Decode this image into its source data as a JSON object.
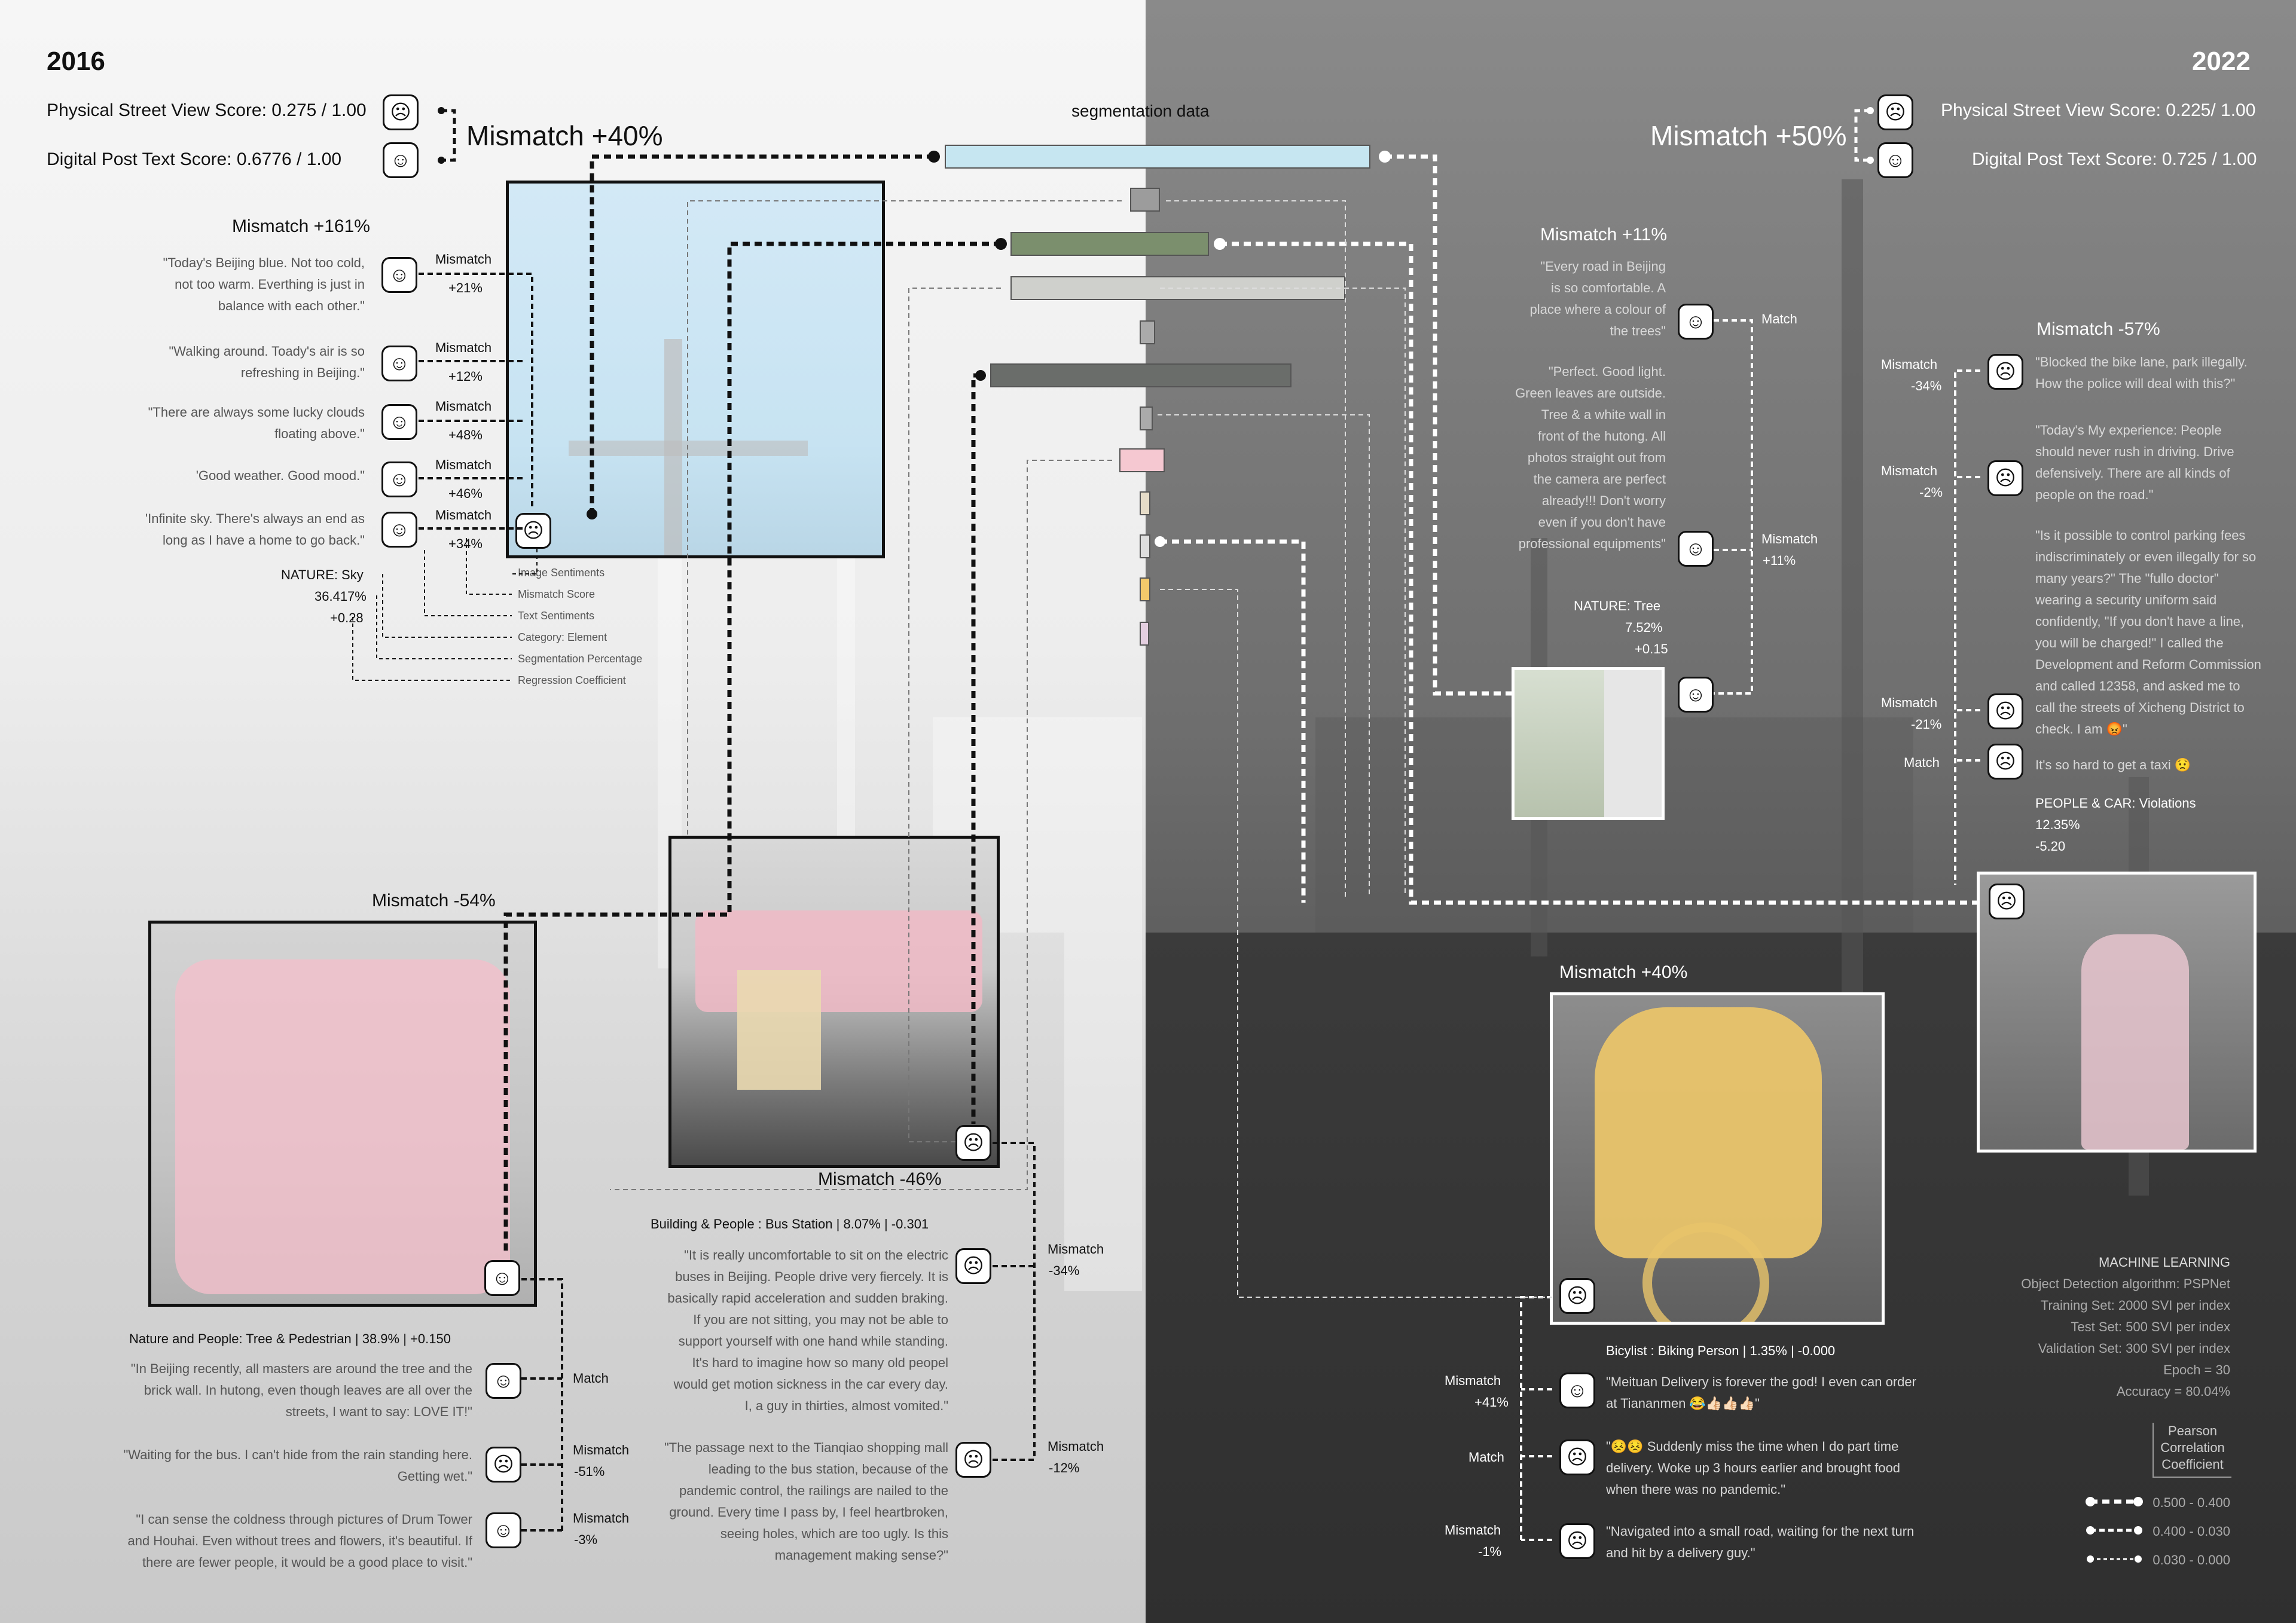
{
  "header": {
    "year_left": "2016",
    "year_right": "2022",
    "segmentation_label": "segmentation data"
  },
  "left_scores": {
    "physical": "Physical Street View Score: 0.275 / 1.00",
    "digital": "Digital Post Text Score: 0.6776 / 1.00",
    "mismatch": "Mismatch +40%"
  },
  "right_scores": {
    "physical": "Physical Street View Score: 0.225/ 1.00",
    "digital": "Digital Post Text Score: 0.725 / 1.00",
    "mismatch": "Mismatch +50%"
  },
  "sky_group": {
    "title": "Mismatch +161%",
    "quotes": [
      {
        "text": "\"Today's Beijing blue. Not too cold, not too warm. Everthing is just in balance with each other.\"",
        "m1": "Mismatch",
        "m2": "+21%"
      },
      {
        "text": "\"Walking around. Toady's air is so refreshing in Beijing.\"",
        "m1": "Mismatch",
        "m2": "+12%"
      },
      {
        "text": "\"There are always some lucky clouds floating above.\"",
        "m1": "Mismatch",
        "m2": "+48%"
      },
      {
        "text": "'Good weather. Good mood.\"",
        "m1": "Mismatch",
        "m2": "+46%"
      },
      {
        "text": "'Infinite sky. There's always an end as long as I have a home to go back.\"",
        "m1": "Mismatch",
        "m2": "+34%"
      }
    ],
    "category": "NATURE: Sky",
    "percent": "36.417%",
    "coef": "+0.28"
  },
  "legend": {
    "image_sentiments": "Image Sentiments",
    "mismatch_score": "Mismatch Score",
    "text_sentiments": "Text Sentiments",
    "category": "Category: Element",
    "seg_pct": "Segmentation Percentage",
    "regression": "Regression Coefficient"
  },
  "people_group": {
    "mismatch": "Mismatch -54%",
    "title": "Nature and People: Tree & Pedestrian | 38.9% | +0.150",
    "quotes": [
      {
        "text": "\"In Beijing recently, all masters are around the tree and the brick wall. In hutong, even though leaves are all over the streets, I want to say: LOVE IT!\"",
        "m1": "Match",
        "m2": ""
      },
      {
        "text": "\"Waiting for the bus. I can't hide from the rain standing here. Getting wet.\"",
        "m1": "Mismatch",
        "m2": "-51%"
      },
      {
        "text": "\"I can sense the coldness through pictures of Drum Tower and Houhai. Even without trees and flowers, it's beautiful. If there are fewer people, it would be a good place to visit.\"",
        "m1": "Mismatch",
        "m2": "-3%"
      }
    ]
  },
  "bus_group": {
    "mismatch": "Mismatch -46%",
    "title": "Building & People : Bus Station | 8.07% | -0.301",
    "quotes": [
      {
        "text": "\"It is really uncomfortable to sit on the electric buses in Beijing. People drive very fiercely. It is basically rapid acceleration and sudden braking. If you are not sitting, you may not be able to support yourself with one hand while standing. It's hard to imagine how so many old peopel would get motion sickness in the car every day. I, a guy in thirties, almost vomited.\"",
        "m1": "Mismatch",
        "m2": "-34%"
      },
      {
        "text": "\"The passage next to the Tianqiao shopping mall leading to the bus station, because of the pandemic control, the railings are nailed to the ground. Every time I pass by, I feel heartbroken, seeing holes, which are too ugly. Is this management making sense?\"",
        "m1": "Mismatch",
        "m2": "-12%"
      }
    ]
  },
  "tree_group": {
    "title": "Mismatch +11%",
    "quotes": [
      {
        "text": "\"Every road in Beijing is so comfortable. A place where a colour of the trees\"",
        "m1": "Match",
        "m2": ""
      },
      {
        "text": "\"Perfect. Good light. Green leaves are outside. Tree & a white wall in front of the hutong. All photos straight out from the camera are perfect already!!! Don't worry even if you don't have professional equipments\"",
        "m1": "Mismatch",
        "m2": "+11%"
      }
    ],
    "category": "NATURE: Tree",
    "percent": "7.52%",
    "coef": "+0.15"
  },
  "violation_group": {
    "title": "Mismatch -57%",
    "quotes": [
      {
        "text": "\"Blocked the bike lane, park illegally. How the police will deal with this?\"",
        "m1": "Mismatch",
        "m2": "-34%"
      },
      {
        "text": "\"Today's My experience: People should never rush in driving. Drive defensively. There are all kinds of people on the road.\"",
        "m1": "Mismatch",
        "m2": "-2%"
      },
      {
        "text": "\"Is it possible to control parking fees indiscriminately or even illegally for so many years?\" The \"fullo doctor\" wearing a security uniform said confidently, \"If you don't have a line, you will be charged!\" I called the Development and Reform Commission and called 12358, and asked me to call the streets of Xicheng District to check. I am 😡\"",
        "m1": "Mismatch",
        "m2": "-21%"
      },
      {
        "text": "It's so hard to get a taxi 😟",
        "m1": "Match",
        "m2": ""
      }
    ],
    "category": "PEOPLE & CAR: Violations",
    "percent": "12.35%",
    "coef": "-5.20"
  },
  "cyclist_group": {
    "mismatch": "Mismatch +40%",
    "title": "Bicylist : Biking Person | 1.35% | -0.000",
    "quotes": [
      {
        "text": "\"Meituan Delivery is forever the god! I even can order at Tiananmen 😂👍🏻👍🏻👍🏻\"",
        "m1": "Mismatch",
        "m2": "+41%"
      },
      {
        "text": "\"😣😣 Suddenly miss the time when I do part time delivery. Woke up 3 hours earlier and brought food when there was no pandemic.\"",
        "m1": "Match",
        "m2": ""
      },
      {
        "text": "\"Navigated into a small road, waiting for the next turn and hit by a delivery guy.\"",
        "m1": "Mismatch",
        "m2": "-1%"
      }
    ]
  },
  "machine_learning": {
    "title": "MACHINE LEARNING",
    "lines": [
      "Object Detection algorithm: PSPNet",
      "Training Set: 2000 SVI per index",
      "Test Set: 500 SVI per index",
      "Validation Set: 300 SVI per index",
      "Epoch = 30",
      "Accuracy = 80.04%"
    ]
  },
  "pearson": {
    "title": "Pearson Correlation Coefficient",
    "ranges": [
      "0.500 - 0.400",
      "0.400 - 0.030",
      "0.030 - 0.000"
    ]
  },
  "colors": {
    "sky": "#c6e6f1",
    "tree": "#7b8f6d",
    "building": "#cfd0cc",
    "road": "#6a6d6a",
    "people": "#f5c8d1",
    "cyclist": "#f2c96b"
  }
}
